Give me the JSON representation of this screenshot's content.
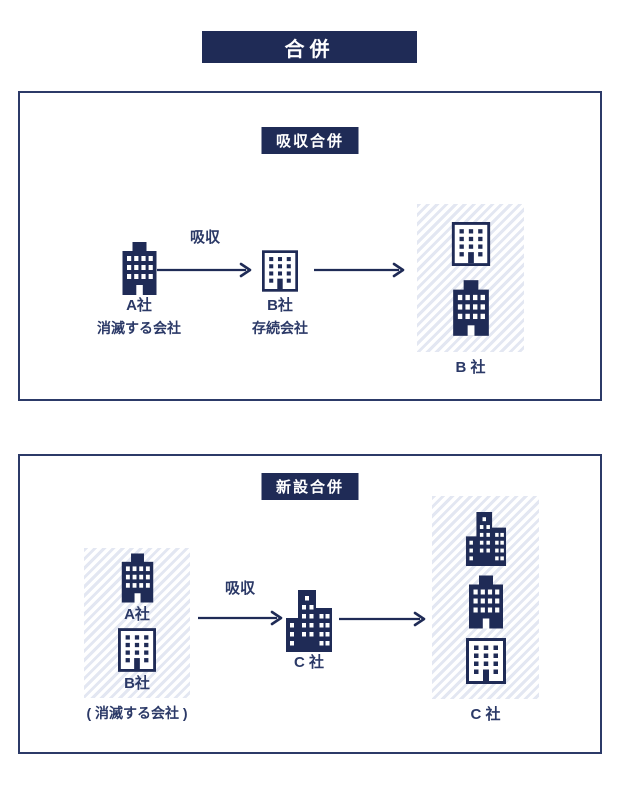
{
  "page": {
    "title": "合併"
  },
  "colors": {
    "navy": "#1f2b56",
    "panel_border": "#2c3a68",
    "text": "#2b3967",
    "hatch_stripe": "#e3e7f2",
    "background": "#ffffff"
  },
  "absorption_panel": {
    "header": "吸収合併",
    "arrow_label": "吸収",
    "company_a": {
      "name": "A社",
      "role": "消滅する会社",
      "icon": "building-solid-icon"
    },
    "company_b": {
      "name": "B社",
      "role": "存続会社",
      "icon": "building-outline-icon"
    },
    "result": {
      "name": "B 社",
      "icons": [
        "building-outline-icon",
        "building-solid-icon"
      ]
    }
  },
  "consolidation_panel": {
    "header": "新設合併",
    "arrow_label": "吸収",
    "merging_companies": {
      "company_a": {
        "name": "A社",
        "icon": "building-solid-icon"
      },
      "company_b": {
        "name": "B社",
        "icon": "building-outline-icon"
      },
      "role": "( 消滅する会社 )"
    },
    "company_c": {
      "name": "C 社",
      "icon": "building-city-icon"
    },
    "result": {
      "name": "C 社",
      "icons": [
        "building-city-icon",
        "building-solid-icon",
        "building-outline-icon"
      ]
    }
  }
}
